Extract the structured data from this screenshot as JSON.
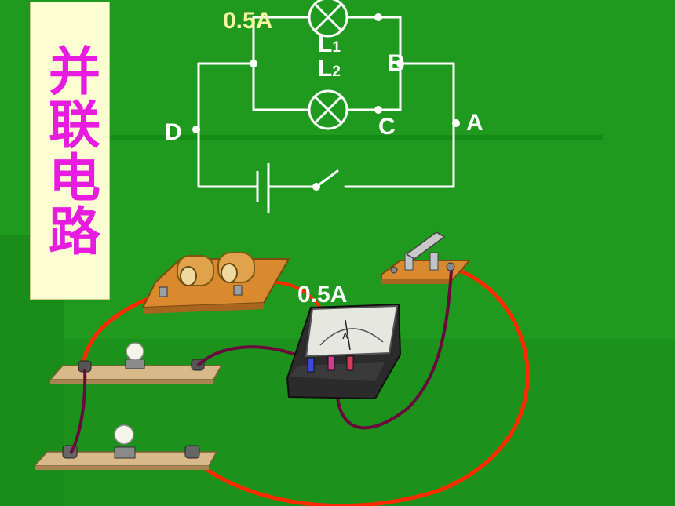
{
  "title": "并联电路",
  "schematic": {
    "current_label": "0.5A",
    "lamp1_label": "L",
    "lamp1_sub": "1",
    "lamp2_label": "L",
    "lamp2_sub": "2",
    "node_labels": {
      "A": "A",
      "B": "B",
      "C": "C",
      "D": "D"
    }
  },
  "ammeter_reading": "0.5A",
  "ammeter_symbol": "A",
  "colors": {
    "background": "#1f9a1f",
    "title_text": "#e81ce0",
    "title_box": "#fdfdd2",
    "current_label": "#f6f5a0",
    "wire_red": "#ff2a00",
    "wire_purple": "#6a0a3c"
  }
}
